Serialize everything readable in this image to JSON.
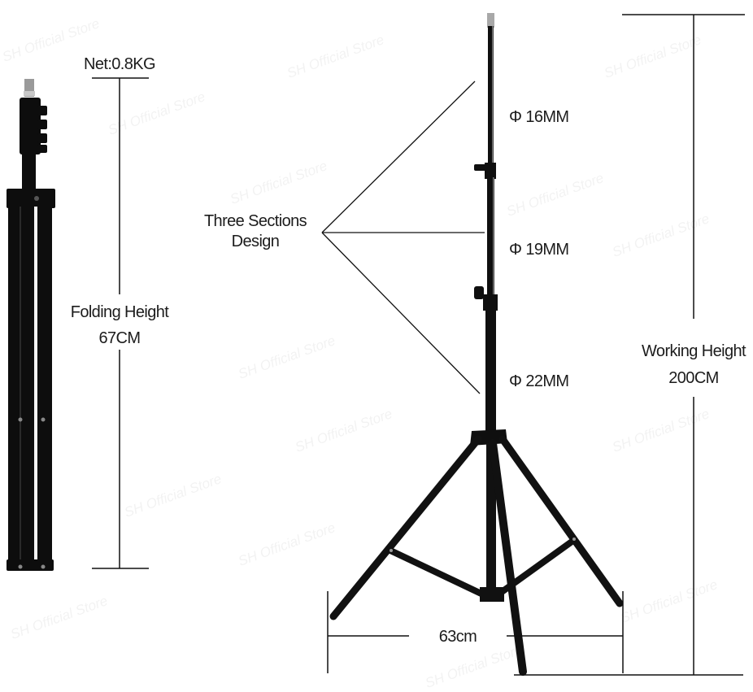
{
  "watermark": "SH Official Store",
  "folded_stand": {
    "weight_label": "Net:0.8KG",
    "folding_height_label": "Folding Height",
    "folding_height_value": "67CM"
  },
  "sections_callout": {
    "line1": "Three Sections",
    "line2": "Design"
  },
  "tube_diameters": [
    {
      "label": "Φ 16MM"
    },
    {
      "label": "Φ 19MM"
    },
    {
      "label": "Φ 22MM"
    }
  ],
  "working_height": {
    "label": "Working Height",
    "value": "200CM"
  },
  "leg_span": {
    "value": "63cm"
  },
  "colors": {
    "background": "#ffffff",
    "stand": "#111111",
    "dimension_line": "#111111",
    "text": "#1c1c1c"
  }
}
